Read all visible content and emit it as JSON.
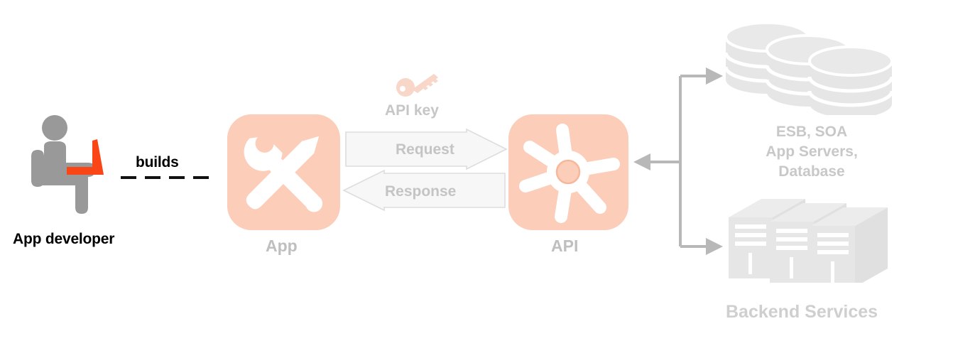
{
  "diagram": {
    "title": "API architecture diagram",
    "colors": {
      "accent_orange": "#fa4616",
      "tile_pink": "#fccdb8",
      "key_pink": "#f8d6c8",
      "gray_figure": "#999999",
      "gray_icon": "#e6e6e6",
      "gray_line": "#b3b3b3",
      "arrow_fill": "#f7f7f7",
      "arrow_stroke": "#d8d8d8",
      "label_gray": "#c4c4c4",
      "text_black": "#000000"
    },
    "actor": {
      "icon": "seated-developer-with-laptop-icon",
      "label": "App developer"
    },
    "relation": {
      "label": "builds",
      "line_style": "dashed"
    },
    "app_node": {
      "icon": "wrench-and-pencil-icon",
      "label": "App"
    },
    "api_node": {
      "icon": "api-starburst-icon",
      "label": "API"
    },
    "credential": {
      "icon": "key-icon",
      "label": "API key"
    },
    "messages": [
      {
        "name": "request",
        "label": "Request",
        "direction": "right"
      },
      {
        "name": "response",
        "label": "Response",
        "direction": "left"
      }
    ],
    "backend": {
      "group_label": "Backend Services",
      "database": {
        "icon": "database-cylinders-icon",
        "label_lines": [
          "ESB, SOA",
          "App Servers,",
          "Database"
        ]
      },
      "servers": {
        "icon": "server-racks-icon"
      },
      "connectors": [
        {
          "name": "api-to-database",
          "direction": "right"
        },
        {
          "name": "backend-to-api",
          "direction": "left"
        },
        {
          "name": "api-to-servers",
          "direction": "right"
        }
      ]
    }
  }
}
